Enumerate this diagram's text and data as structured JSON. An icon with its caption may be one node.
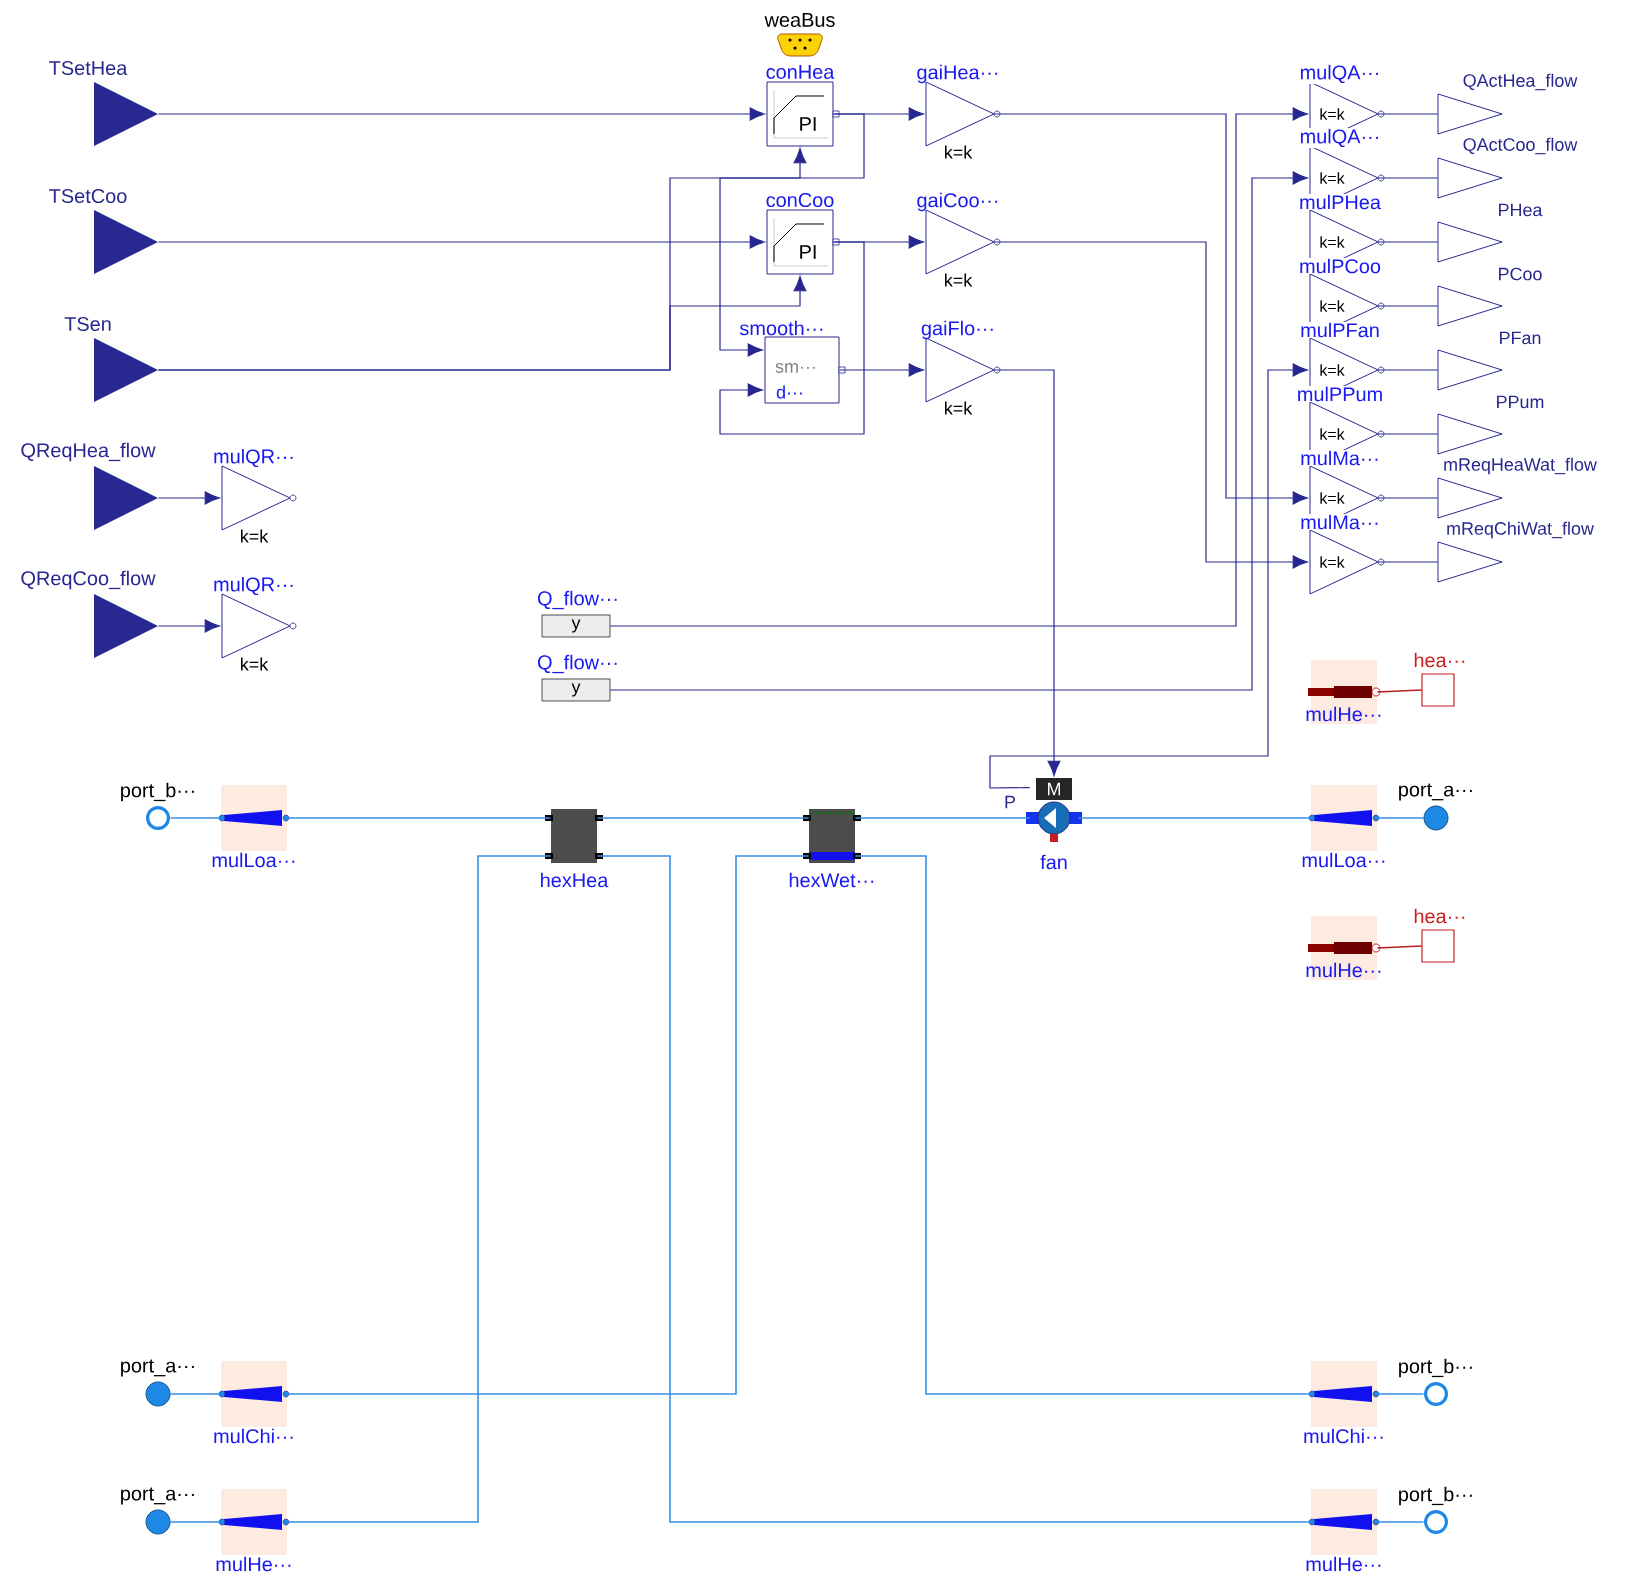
{
  "diagram": {
    "nodes": [
      {
        "text": [
          "TSetHea"
        ]
      },
      {
        "text": [
          "TSetCoo"
        ]
      },
      {
        "text": [
          "TSen"
        ]
      },
      {
        "text": [
          "QReqHea_flow"
        ]
      },
      {
        "text": [
          "QReqCoo_flow"
        ]
      },
      {
        "text": [
          "mulQR···",
          "k=k"
        ]
      },
      {
        "text": [
          "mulQR···",
          "k=k"
        ]
      },
      {
        "text": [
          "weaBus"
        ]
      },
      {
        "text": [
          "conHea",
          "PI"
        ]
      },
      {
        "text": [
          "conCoo",
          "PI"
        ]
      },
      {
        "text": [
          "smooth···",
          "sm···",
          "d···"
        ]
      },
      {
        "text": [
          "gaiHea···",
          "k=k"
        ]
      },
      {
        "text": [
          "gaiCoo···",
          "k=k"
        ]
      },
      {
        "text": [
          "gaiFlo···",
          "k=k"
        ]
      },
      {
        "text": [
          "mulQA···",
          "k=k"
        ]
      },
      {
        "text": [
          "mulQA···",
          "k=k"
        ]
      },
      {
        "text": [
          "mulPHea",
          "k=k"
        ]
      },
      {
        "text": [
          "mulPCoo",
          "k=k"
        ]
      },
      {
        "text": [
          "mulPFan",
          "k=k"
        ]
      },
      {
        "text": [
          "mulPPum",
          "k=k"
        ]
      },
      {
        "text": [
          "mulMa···",
          "k=k"
        ]
      },
      {
        "text": [
          "mulMa···",
          "k=k"
        ]
      },
      {
        "text": [
          "QActHea_flow"
        ]
      },
      {
        "text": [
          "QActCoo_flow"
        ]
      },
      {
        "text": [
          "PHea"
        ]
      },
      {
        "text": [
          "PCoo"
        ]
      },
      {
        "text": [
          "PFan"
        ]
      },
      {
        "text": [
          "PPum"
        ]
      },
      {
        "text": [
          "mReqHeaWat_flow"
        ]
      },
      {
        "text": [
          "mReqChiWat_flow"
        ]
      },
      {
        "text": [
          "Q_flow···",
          "y"
        ]
      },
      {
        "text": [
          "Q_flow···",
          "y"
        ]
      },
      {
        "text": [
          "mulHe···"
        ]
      },
      {
        "text": [
          "hea···"
        ]
      },
      {
        "text": [
          "mulHe···"
        ]
      },
      {
        "text": [
          "hea···"
        ]
      },
      {
        "text": [
          "port_b···"
        ]
      },
      {
        "text": [
          "mulLoa···"
        ]
      },
      {
        "text": [
          "hexHea"
        ]
      },
      {
        "text": [
          "hexWet···"
        ]
      },
      {
        "text": [
          "fan"
        ]
      },
      {
        "text": [
          "mulLoa···"
        ]
      },
      {
        "text": [
          "port_a···"
        ]
      },
      {
        "text": [
          "port_a···"
        ]
      },
      {
        "text": [
          "mulChi···"
        ]
      },
      {
        "text": [
          "mulChi···"
        ]
      },
      {
        "text": [
          "port_b···"
        ]
      },
      {
        "text": [
          "port_a···"
        ]
      },
      {
        "text": [
          "mulHe···"
        ]
      },
      {
        "text": [
          "mulHe···"
        ]
      },
      {
        "text": [
          "port_b···"
        ]
      }
    ],
    "edges": [
      {
        "from": 0,
        "to": 8,
        "arrow": "to"
      },
      {
        "from": 1,
        "to": 9,
        "arrow": "to"
      },
      {
        "from": 2,
        "to": 8,
        "arrow": "to"
      },
      {
        "from": 2,
        "to": 9,
        "arrow": "to"
      },
      {
        "from": 8,
        "to": 10,
        "arrow": "to"
      },
      {
        "from": 9,
        "to": 10,
        "arrow": "to"
      },
      {
        "from": 8,
        "to": 11,
        "arrow": "to"
      },
      {
        "from": 9,
        "to": 12,
        "arrow": "to"
      },
      {
        "from": 10,
        "to": 13,
        "arrow": "to"
      },
      {
        "from": 3,
        "to": 5,
        "arrow": "to"
      },
      {
        "from": 4,
        "to": 6,
        "arrow": "to"
      },
      {
        "from": 11,
        "to": 20,
        "arrow": "to"
      },
      {
        "from": 12,
        "to": 21,
        "arrow": "to"
      },
      {
        "from": 13,
        "to": 40,
        "arrow": "to"
      },
      {
        "from": 30,
        "to": 14,
        "arrow": "to"
      },
      {
        "from": 31,
        "to": 15,
        "arrow": "to"
      },
      {
        "from": 40,
        "to": 18,
        "arrow": "to"
      },
      {
        "from": 14,
        "to": 22,
        "arrow": "none"
      },
      {
        "from": 15,
        "to": 23,
        "arrow": "none"
      },
      {
        "from": 16,
        "to": 24,
        "arrow": "none"
      },
      {
        "from": 17,
        "to": 25,
        "arrow": "none"
      },
      {
        "from": 18,
        "to": 26,
        "arrow": "none"
      },
      {
        "from": 19,
        "to": 27,
        "arrow": "none"
      },
      {
        "from": 20,
        "to": 28,
        "arrow": "none"
      },
      {
        "from": 21,
        "to": 29,
        "arrow": "none"
      },
      {
        "from": 36,
        "to": 37,
        "arrow": "none",
        "color": "#3a8ee6"
      },
      {
        "from": 37,
        "to": 38,
        "arrow": "none",
        "color": "#3a8ee6"
      },
      {
        "from": 38,
        "to": 39,
        "arrow": "none",
        "color": "#3a8ee6"
      },
      {
        "from": 39,
        "to": 40,
        "arrow": "none",
        "color": "#3a8ee6"
      },
      {
        "from": 40,
        "to": 41,
        "arrow": "none",
        "color": "#3a8ee6"
      },
      {
        "from": 41,
        "to": 42,
        "arrow": "none",
        "color": "#3a8ee6"
      },
      {
        "from": 47,
        "to": 48,
        "arrow": "none",
        "color": "#3a8ee6"
      },
      {
        "from": 48,
        "to": 38,
        "arrow": "none",
        "color": "#3a8ee6"
      },
      {
        "from": 38,
        "to": 49,
        "arrow": "none",
        "color": "#3a8ee6"
      },
      {
        "from": 43,
        "to": 44,
        "arrow": "none",
        "color": "#3a8ee6"
      },
      {
        "from": 44,
        "to": 39,
        "arrow": "none",
        "color": "#3a8ee6"
      },
      {
        "from": 39,
        "to": 45,
        "arrow": "none",
        "color": "#3a8ee6"
      },
      {
        "from": 45,
        "to": 46,
        "arrow": "none",
        "color": "#3a8ee6"
      },
      {
        "from": 49,
        "to": 50,
        "arrow": "none",
        "color": "#3a8ee6"
      },
      {
        "from": 32,
        "to": 33,
        "arrow": "none",
        "color": "#b22222"
      },
      {
        "from": 34,
        "to": 35,
        "arrow": "none",
        "color": "#b22222"
      }
    ],
    "labels": [
      "P",
      "M"
    ]
  }
}
